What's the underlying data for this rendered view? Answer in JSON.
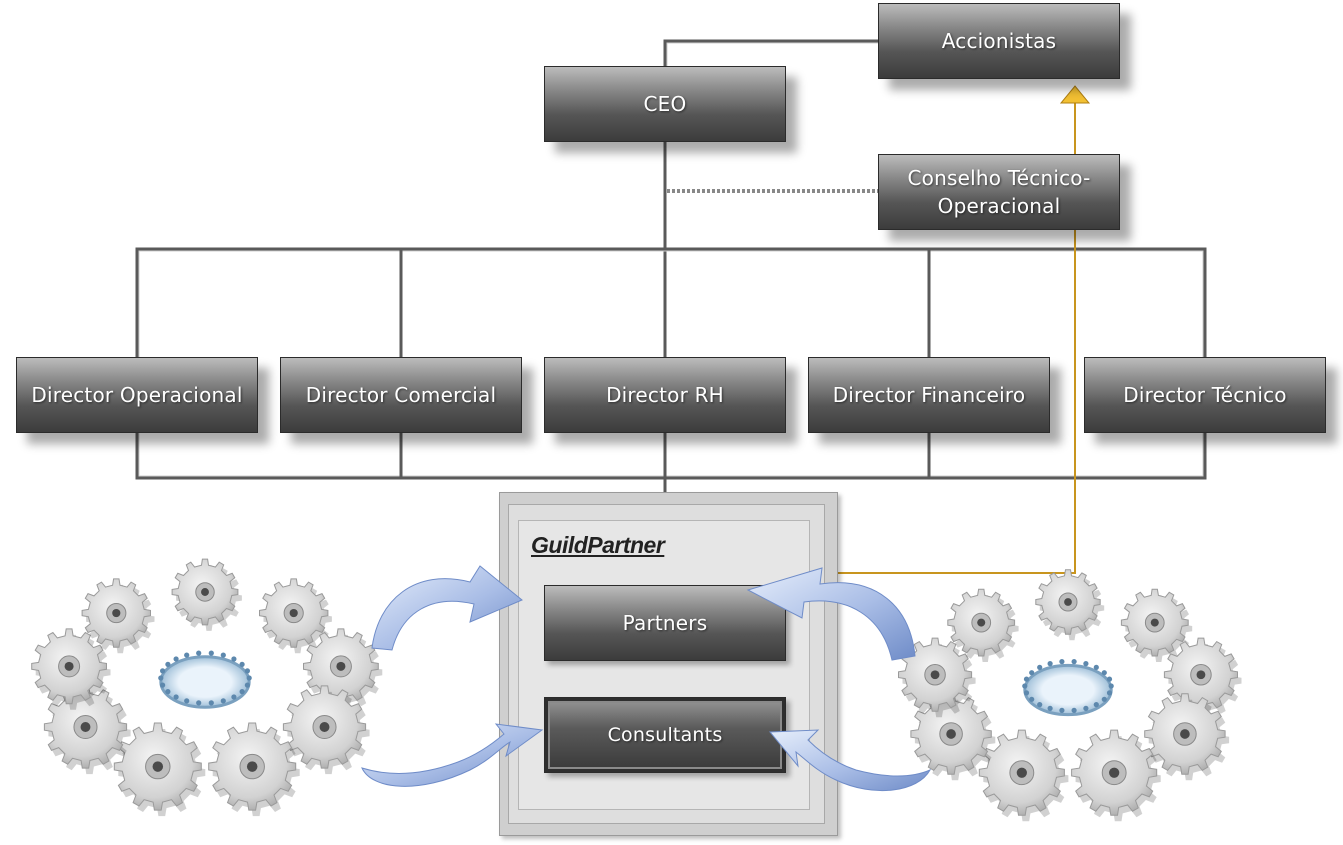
{
  "nodes": {
    "accionistas": "Accionistas",
    "ceo": "CEO",
    "conselho": "Conselho Técnico-Operacional",
    "director_operacional": "Director Operacional",
    "director_comercial": "Director Comercial",
    "director_rh": "Director RH",
    "director_financeiro": "Director Financeiro",
    "director_tecnico": "Director Técnico",
    "guildpartner": "GuildPartner",
    "partners": "Partners",
    "consultants": "Consultants"
  },
  "colors": {
    "box_gradient_top": "#bcbcbc",
    "box_gradient_bottom": "#3c3c3c",
    "connector": "#555555",
    "accent_arrow": "#c8951e",
    "flow_arrow": "#8fa8d8",
    "gear": "#d4d4d4",
    "people_ring": "#8fb4cf"
  },
  "icons": {
    "left_cluster": "gear-cluster-icon",
    "right_cluster": "gear-cluster-icon",
    "people_ring": "people-ring-icon",
    "flow_arrows": "curved-arrow-icon"
  }
}
